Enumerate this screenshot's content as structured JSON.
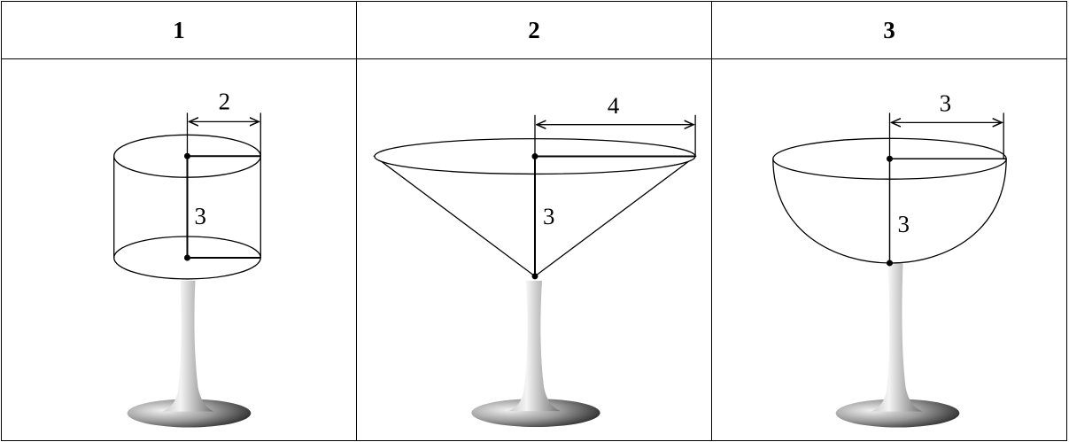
{
  "table": {
    "columns": [
      {
        "header": "1",
        "shape": "cylinder",
        "radius_label": "2",
        "height_label": "3"
      },
      {
        "header": "2",
        "shape": "cone",
        "radius_label": "4",
        "height_label": "3"
      },
      {
        "header": "3",
        "shape": "hemisphere",
        "radius_label": "3",
        "height_label": "3"
      }
    ]
  },
  "colors": {
    "line": "#000000",
    "background": "#ffffff",
    "stem_light": "#f2f2f2",
    "stem_dark": "#6e6e6e"
  },
  "icons": [
    "wine-glass-stem-icon",
    "wine-glass-base-icon",
    "dimension-arrow-icon"
  ]
}
